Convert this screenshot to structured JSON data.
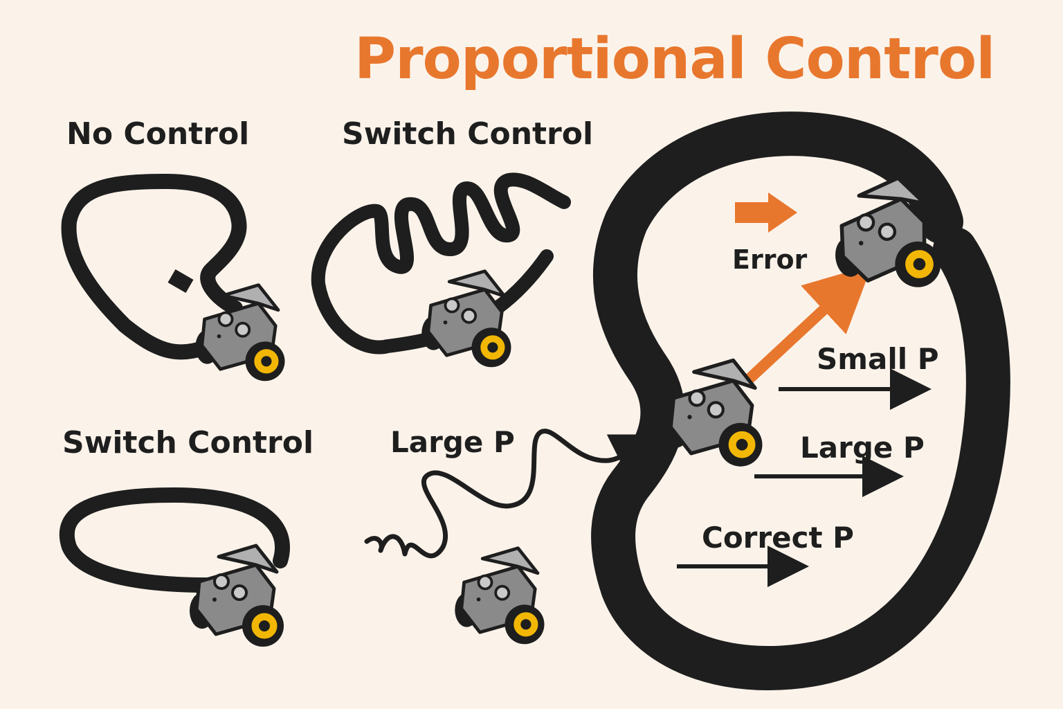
{
  "title": "Proportional Control",
  "labels": {
    "no_control": "No Control",
    "switch_control_top": "Switch Control",
    "switch_control_bottom": "Switch Control",
    "large_p_left": "Large P",
    "error": "Error",
    "small_p": "Small P",
    "large_p_right": "Large P",
    "correct_p": "Correct P"
  },
  "colors": {
    "background": "#fbf3ea",
    "accent": "#e8772e",
    "track": "#1e1e1e",
    "wheel_hub": "#f2b705",
    "robot_body": "#8c8c8c"
  },
  "icons": [
    "robot-car-icon",
    "arrow-right-icon",
    "orange-arrow-icon"
  ]
}
